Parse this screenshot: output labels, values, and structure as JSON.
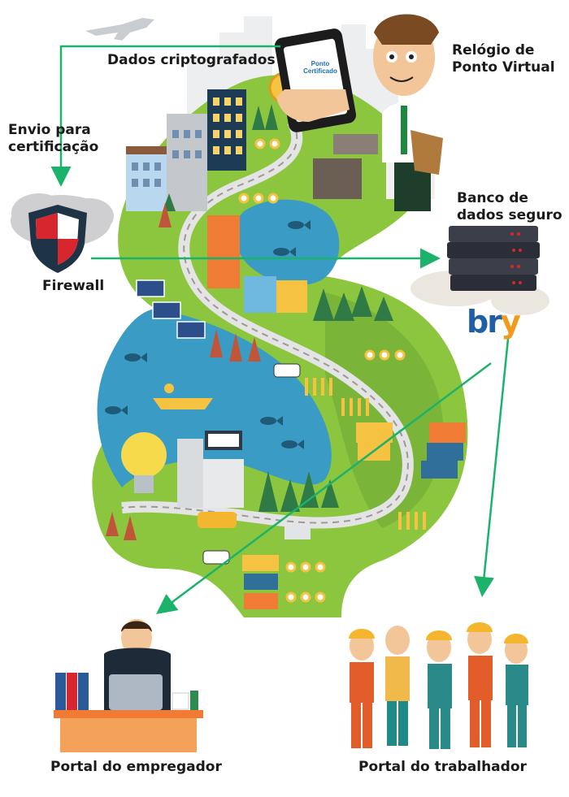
{
  "labels": {
    "dados_criptografados": "Dados criptografados",
    "envio_line1": "Envio para",
    "envio_line2": "certificação",
    "relogio_line1": "Relógio de",
    "relogio_line2": "Ponto Virtual",
    "banco_line1": "Banco de",
    "banco_line2": "dados seguro",
    "firewall": "Firewall",
    "portal_empregador": "Portal do empregador",
    "portal_trabalhador": "Portal do trabalhador"
  },
  "brands": {
    "bry_b": "br",
    "bry_y": "y",
    "phone_app_line1": "Ponto",
    "phone_app_line2": "Certificado"
  },
  "colors": {
    "arrow": "#1bb26b",
    "land": "#8cc63f",
    "water": "#3a9cc4",
    "shield_red": "#d7262e",
    "bry_blue": "#1f5fa8",
    "bry_orange": "#f29a1b"
  }
}
